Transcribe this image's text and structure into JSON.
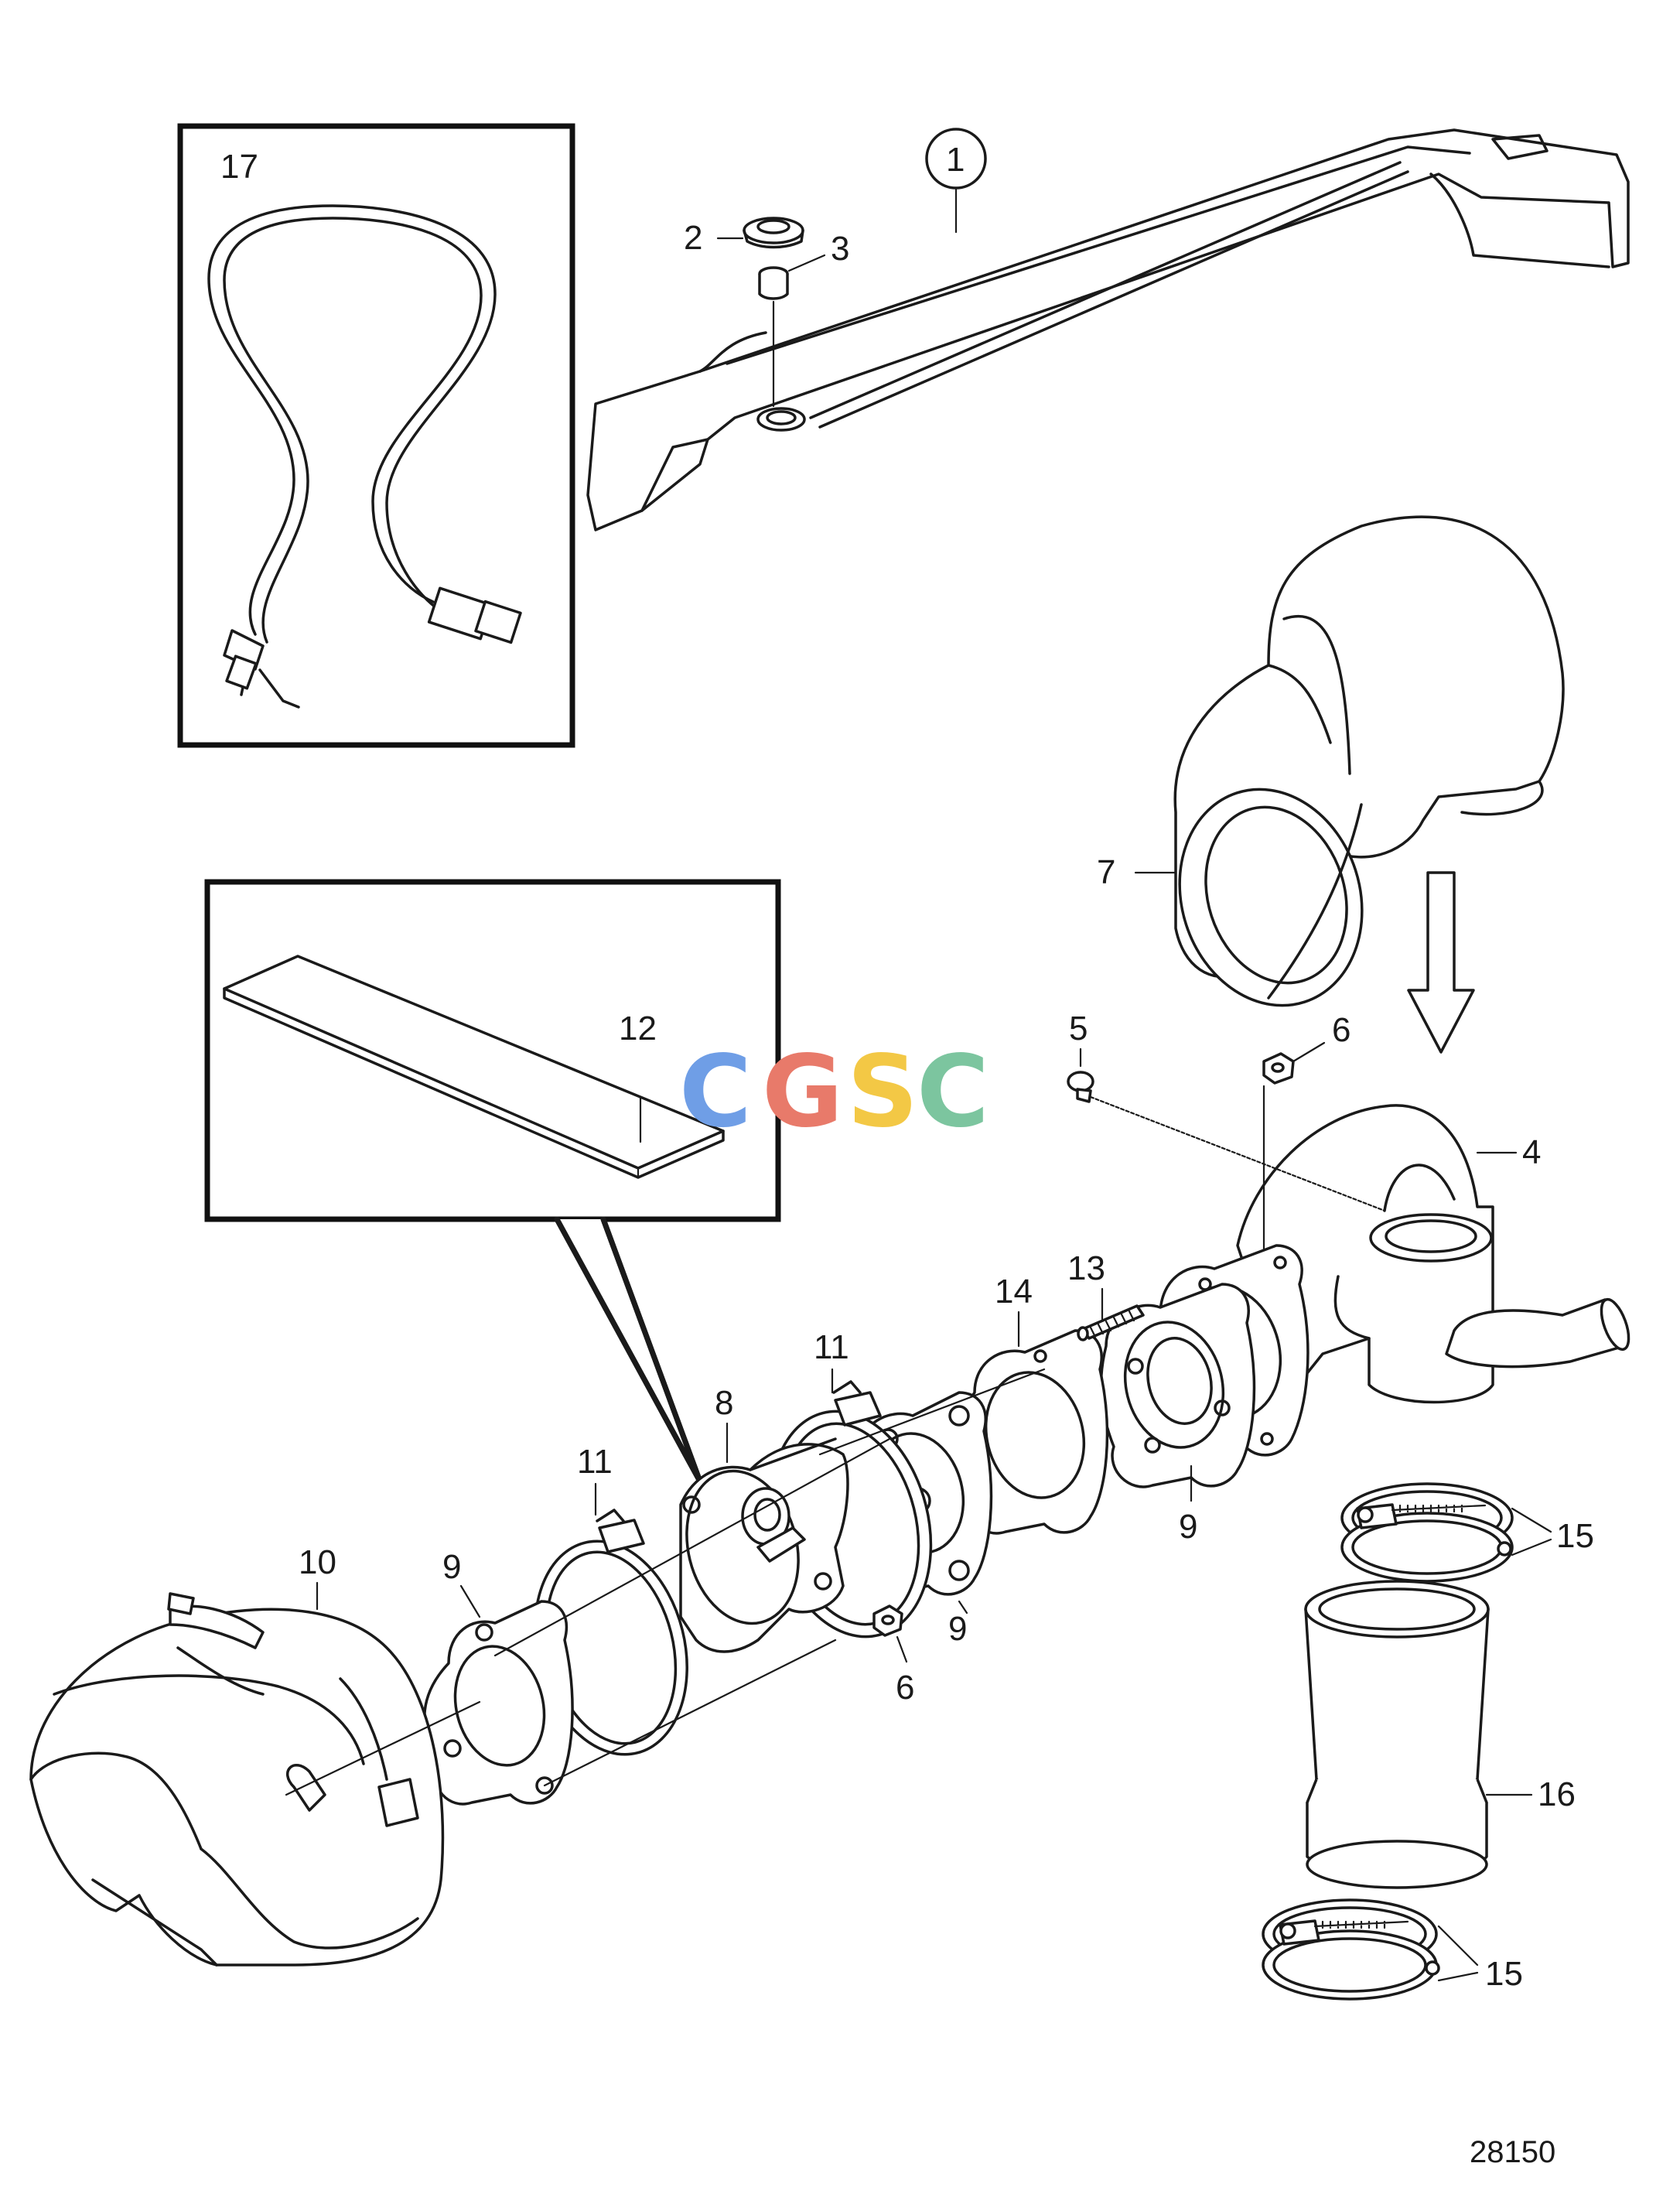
{
  "diagram": {
    "drawing_number": "28150",
    "watermark": {
      "letters": [
        "C",
        "G",
        "S",
        "C"
      ],
      "colors": [
        "#6f9ee6",
        "#e87a6a",
        "#f3c845",
        "#7cc59f"
      ]
    },
    "callouts": {
      "p1": "1",
      "p2": "2",
      "p3": "3",
      "p4": "4",
      "p5": "5",
      "p6a": "6",
      "p6b": "6",
      "p7": "7",
      "p8": "8",
      "p9a": "9",
      "p9b": "9",
      "p9c": "9",
      "p10": "10",
      "p11a": "11",
      "p11b": "11",
      "p12": "12",
      "p13": "13",
      "p14": "14",
      "p15a": "15",
      "p15b": "15",
      "p16": "16",
      "p17": "17"
    }
  }
}
